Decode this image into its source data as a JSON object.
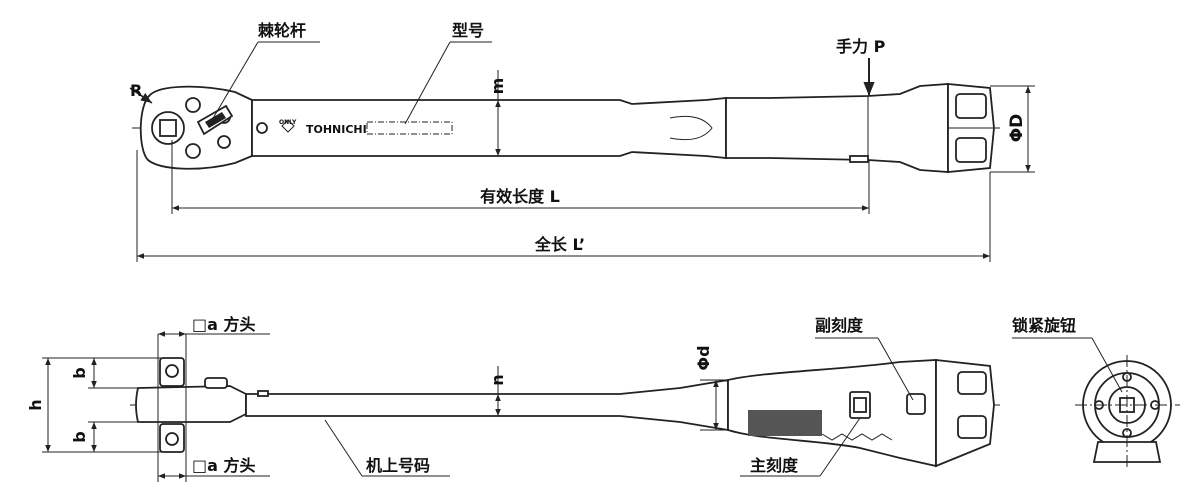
{
  "labels": {
    "ratchet_lever": "棘轮杆",
    "model": "型号",
    "radius": "R",
    "hand_force": "手力 P",
    "m": "m",
    "phi_D": "ΦD",
    "effective_length": "有效长度 L",
    "total_length": "全长 L’",
    "square_drive_top": "□a 方头",
    "square_drive_bottom": "□a 方头",
    "n": "n",
    "phi_d": "Φd",
    "sub_scale": "副刻度",
    "lock_knob": "锁紧旋钮",
    "h": "h",
    "b_top": "b",
    "b_bottom": "b",
    "serial_number": "机上号码",
    "main_scale": "主刻度"
  },
  "logo": {
    "brand": "TOHNICHI",
    "only": "ONLY"
  },
  "colors": {
    "ink": "#222222",
    "background": "#ffffff"
  }
}
